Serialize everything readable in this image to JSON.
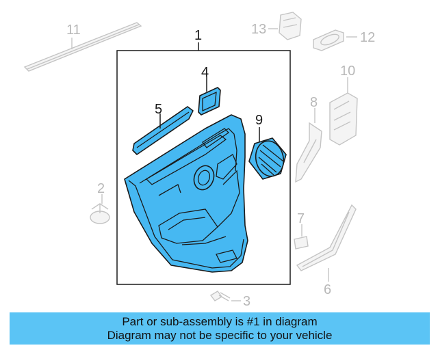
{
  "callouts": {
    "c1": "1",
    "c2": "2",
    "c3": "3",
    "c4": "4",
    "c5": "5",
    "c6": "6",
    "c7": "7",
    "c8": "8",
    "c9": "9",
    "c10": "10",
    "c11": "11",
    "c12": "12",
    "c13": "13"
  },
  "banner": {
    "line1": "Part or sub-assembly is #1 in diagram",
    "line2": "Diagram may not be specific to your vehicle"
  },
  "colors": {
    "highlight": "#46b8f2",
    "banner": "#5bc4f5",
    "dimmed": "#c4c4c4"
  }
}
